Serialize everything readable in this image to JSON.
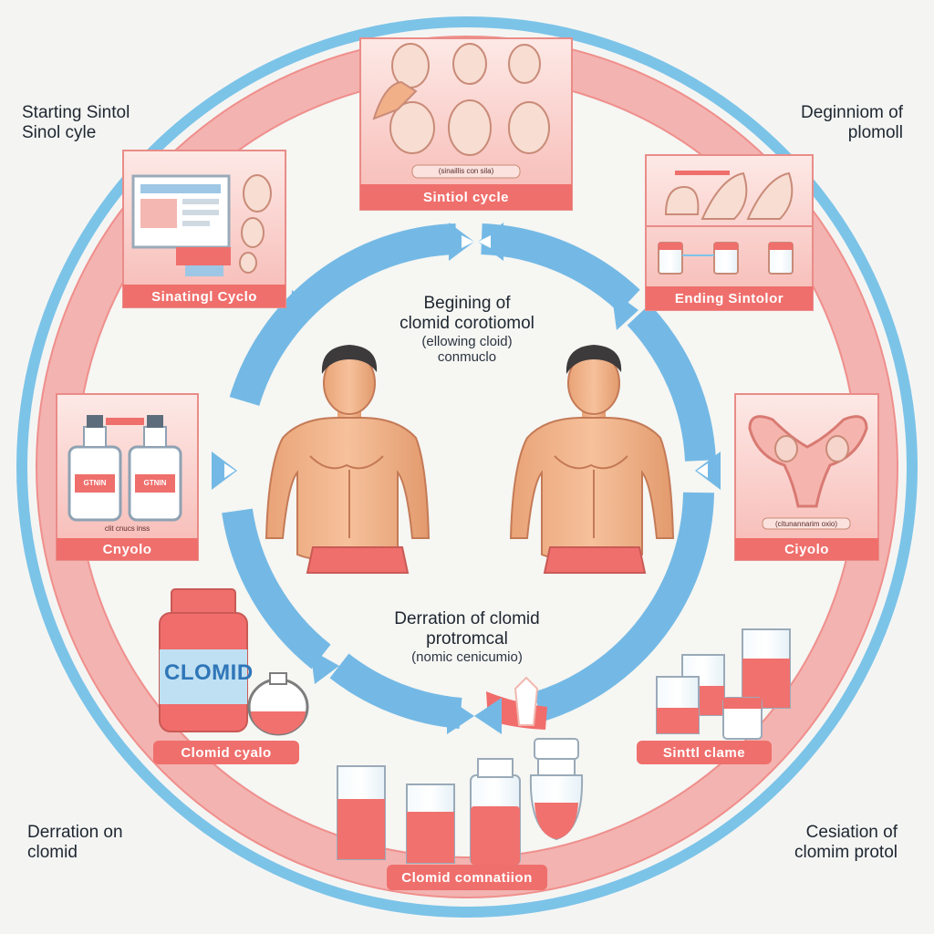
{
  "corner_labels": {
    "top_left": [
      "Starting Sintol",
      "Sinol cyle"
    ],
    "top_right": [
      "Deginniom  of",
      "plomoll"
    ],
    "bottom_left": [
      "Derration on",
      "clomid"
    ],
    "bottom_right": [
      "Cesiation of",
      "clomim protol"
    ]
  },
  "center": {
    "top": [
      "Begining of",
      "clomid corotiomol"
    ],
    "top_sub": [
      "(ellowing cloid)",
      "conmuclo"
    ],
    "bottom": [
      "Derration of clomid",
      "protromcal"
    ],
    "bottom_sub": "(nomic cenicumio)"
  },
  "panels": {
    "top_center": {
      "title": "Sintiol cycle",
      "caption": "(sinaillis con sila)"
    },
    "top_left": {
      "title": "Sinatingl Cyclo"
    },
    "top_right": {
      "title": "Ending Sintolor"
    },
    "mid_left": {
      "title": "Cnyolo",
      "caption": "clit cnucs inss",
      "bottle_label": "GTNIN"
    },
    "mid_right": {
      "title": "Ciyolo",
      "caption": "(citunannarim oxio)"
    },
    "bottom_left": {
      "title": "Clomid cyalo",
      "jar_label": "CLOMID"
    },
    "bottom_right": {
      "title": "Sinttl clame"
    },
    "bottom_center": {
      "title": "Clomid comnatiion"
    }
  },
  "colors": {
    "outer_ring": "#7cc3e8",
    "pink_ring": "#f2a7a5",
    "inner_arrows": "#74b9e5",
    "panel_banner": "#ef6f6c",
    "panel_bg": "#fbd7d4",
    "liquid": "#f0716e"
  }
}
